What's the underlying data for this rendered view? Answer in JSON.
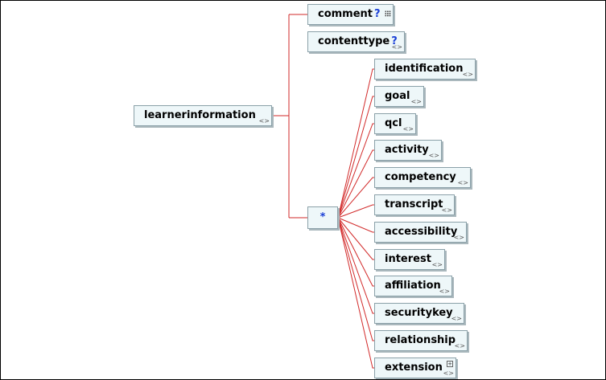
{
  "root": {
    "label": "learnerinformation",
    "expander": "<>"
  },
  "sequence": {
    "symbol": "*"
  },
  "top_children": [
    {
      "label": "comment",
      "optional": "?"
    },
    {
      "label": "contenttype",
      "optional": "?",
      "expander": "<>"
    }
  ],
  "choice_children": [
    {
      "label": "identification",
      "expander": "<>"
    },
    {
      "label": "goal",
      "expander": "<>"
    },
    {
      "label": "qcl",
      "expander": "<>"
    },
    {
      "label": "activity",
      "expander": "<>"
    },
    {
      "label": "competency",
      "expander": "<>"
    },
    {
      "label": "transcript",
      "expander": "<>"
    },
    {
      "label": "accessibility",
      "expander": "<>"
    },
    {
      "label": "interest",
      "expander": "<>"
    },
    {
      "label": "affiliation",
      "expander": "<>"
    },
    {
      "label": "securitykey",
      "expander": "<>"
    },
    {
      "label": "relationship",
      "expander": "<>"
    },
    {
      "label": "extension",
      "expander": "<>"
    }
  ],
  "colors": {
    "connector": "#d22a2a",
    "node_fill": "#eef7f9",
    "node_border": "#8aa0a8",
    "optional_mark": "#1a3fd6"
  }
}
